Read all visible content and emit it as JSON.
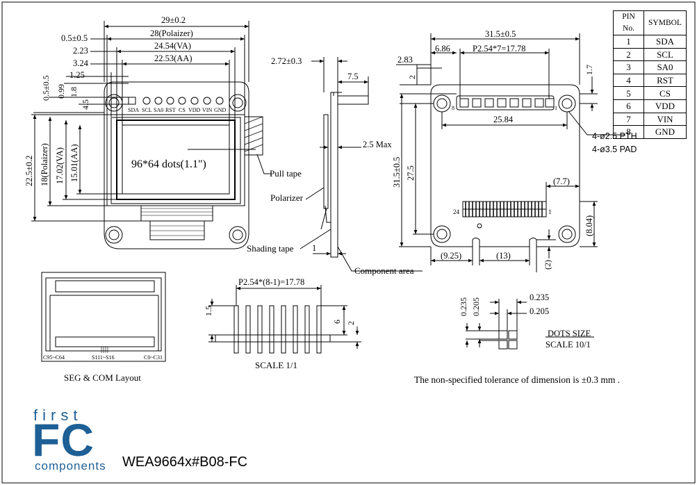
{
  "front_view": {
    "dim_total_width": "29±0.2",
    "dim_polarizer_width": "28(Polaizer)",
    "dim_va_width": "24.54(VA)",
    "dim_aa_width": "22.53(AA)",
    "dim_left_0_5": "0.5±0.5",
    "dim_left_2_23": "2.23",
    "dim_left_3_24": "3.24",
    "dim_left_1_25": "1.25",
    "dim_v_0_5": "0.5±0.5",
    "dim_v_0_99": "0.99",
    "dim_v_1_8": "1.8",
    "dim_v_4_5": "4.5",
    "dim_total_height": "22.5±0.2",
    "dim_polarizer_height": "18(Polaizer)",
    "dim_va_height": "17.02(VA)",
    "dim_aa_height": "15.01(AA)",
    "pin_labels": [
      "SDA",
      "SCL",
      "SA0",
      "RST",
      "CS",
      "VDD",
      "VIN",
      "GND"
    ],
    "display_text": "96*64 dots(1.1\")",
    "pull_tape": "Pull tape"
  },
  "side_view": {
    "dim_thickness": "2.72±0.3",
    "dim_pin": "7.5",
    "dim_max": "2.5 Max",
    "polarizer": "Polarizer",
    "shading_tape": "Shading tape",
    "dim_1": "1",
    "component_area": "Component area"
  },
  "back_view": {
    "dim_width": "31.5±0.5",
    "dim_6_86": "6.86",
    "dim_pitch": "P2.54*7=17.78",
    "dim_2_83": "2.83",
    "dim_2": "2",
    "dim_1_7": "1.7",
    "dim_25_84": "25.84",
    "hole_pth": "4-ø2.5  PTH",
    "hole_pad": "4-ø3.5  PAD",
    "dim_height": "31.5±0.5",
    "dim_27_5": "27.5",
    "dim_7_7": "(7.7)",
    "dim_8_04": "(8.04)",
    "dim_9_25": "(9.25)",
    "dim_13": "(13)",
    "dim_paren_2": "(2)",
    "pin_1": "1",
    "pin_8": "8",
    "conn_24": "24",
    "conn_1": "1"
  },
  "pin_table": {
    "headers": [
      "PIN No.",
      "SYMBOL"
    ],
    "rows": [
      {
        "no": "1",
        "symbol": "SDA"
      },
      {
        "no": "2",
        "symbol": "SCL"
      },
      {
        "no": "3",
        "symbol": "SA0"
      },
      {
        "no": "4",
        "symbol": "RST"
      },
      {
        "no": "5",
        "symbol": "CS"
      },
      {
        "no": "6",
        "symbol": "VDD"
      },
      {
        "no": "7",
        "symbol": "VIN"
      },
      {
        "no": "8",
        "symbol": "GND"
      }
    ]
  },
  "seg_com": {
    "label_left": "C95~C64",
    "label_mid": "S111~S16",
    "label_right": "C0~C31",
    "caption": "SEG & COM Layout"
  },
  "pin_header": {
    "pitch": "P2.54*(8-1)=17.78",
    "dim_1_5": "1.5",
    "dim_6": "6",
    "dim_2": "2",
    "scale": "SCALE 1/1"
  },
  "dots": {
    "dim_0_235_v": "0.235",
    "dim_0_205_v": "0.205",
    "dim_0_235_h": "0.235",
    "dim_0_205_h": "0.205",
    "title": "DOTS SIZE",
    "scale": "SCALE  10/1"
  },
  "tolerance_note": "The non-specified tolerance of dimension is ±0.3 mm .",
  "logo": {
    "first": "first",
    "fc": "FC",
    "components": "components",
    "color": "#1e5f95"
  },
  "part_number": "WEA9664x#B08-FC"
}
